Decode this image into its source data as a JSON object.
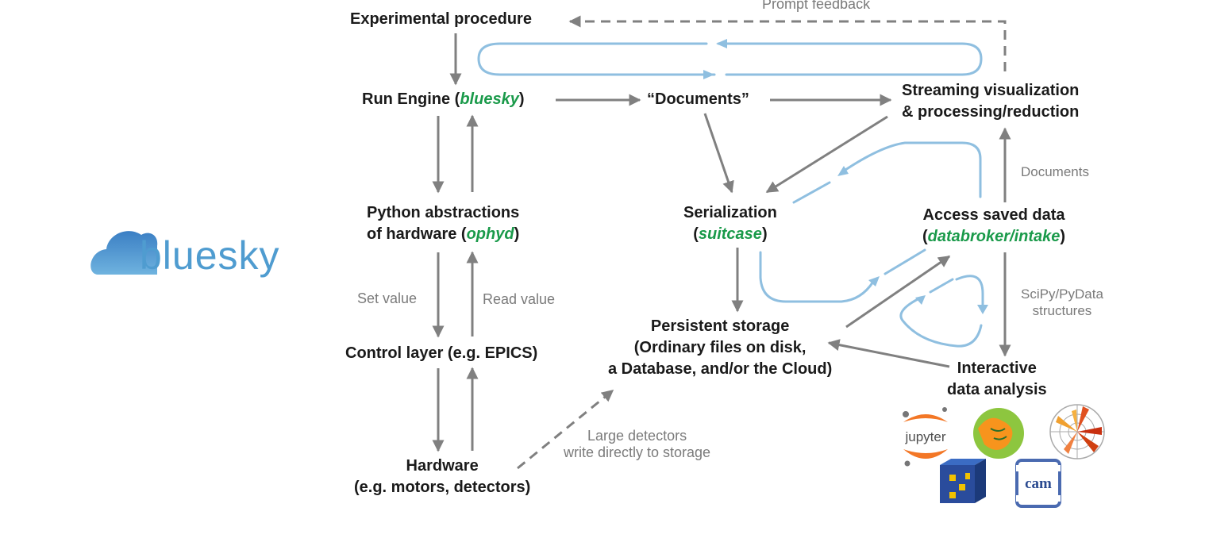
{
  "logo": {
    "text": "bluesky"
  },
  "nodes": {
    "experimental_procedure": "Experimental procedure",
    "run_engine": {
      "prefix": "Run Engine (",
      "pkg": "bluesky",
      "suffix": ")"
    },
    "documents": "“Documents”",
    "streaming": {
      "line1": "Streaming visualization",
      "line2": "& processing/reduction"
    },
    "python_abstractions": {
      "line1": "Python abstractions",
      "prefix": "of hardware (",
      "pkg": "ophyd",
      "suffix": ")"
    },
    "serialization": {
      "line1": "Serialization",
      "prefix": "(",
      "pkg": "suitcase",
      "suffix": ")"
    },
    "access_saved_data": {
      "line1": "Access saved data",
      "prefix": "(",
      "pkg": "databroker/intake",
      "suffix": ")"
    },
    "control_layer": "Control layer (e.g. EPICS)",
    "persistent_storage": {
      "line1": "Persistent storage",
      "line2": "(Ordinary files on disk,",
      "line3": "a Database, and/or the Cloud)"
    },
    "interactive": {
      "line1": "Interactive",
      "line2": "data analysis"
    },
    "hardware": {
      "line1": "Hardware",
      "line2": "(e.g. motors, detectors)"
    }
  },
  "edge_labels": {
    "prompt_feedback": "Prompt feedback",
    "set_value": "Set value",
    "read_value": "Read value",
    "documents": "Documents",
    "scipy_line1": "SciPy/PyData",
    "scipy_line2": "structures",
    "large_line1": "Large detectors",
    "large_line2": "write directly to storage"
  },
  "tool_logos": {
    "jupyter": "jupyter",
    "cam": "cam"
  },
  "colors": {
    "arrow_gray": "#808080",
    "loop_blue": "#8fbfe0",
    "package_green": "#1a9a4a",
    "logo_blue": "#4f9cd0"
  }
}
